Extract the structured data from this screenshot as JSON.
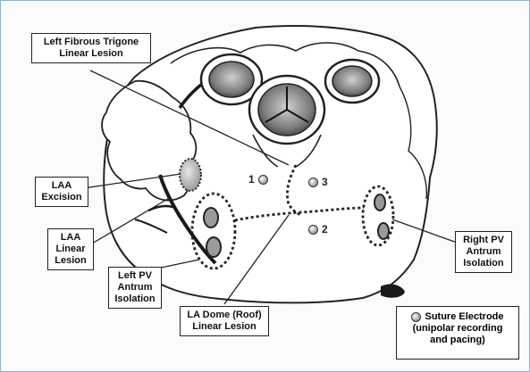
{
  "labels": {
    "fibrous_trigone": [
      "Left Fibrous Trigone",
      "Linear Lesion"
    ],
    "laa_excision": [
      "LAA",
      "Excision"
    ],
    "laa_linear": [
      "LAA",
      "Linear",
      "Lesion"
    ],
    "left_pv": [
      "Left PV",
      "Antrum",
      "Isolation"
    ],
    "la_dome": [
      "LA Dome (Roof)",
      "Linear Lesion"
    ],
    "right_pv": [
      "Right PV",
      "Antrum",
      "Isolation"
    ]
  },
  "electrodes": [
    "1",
    "2",
    "3"
  ],
  "legend": {
    "title": "Suture Electrode",
    "line2": "(unipolar recording",
    "line3": "and pacing)"
  },
  "colors": {
    "frame_border": "#7fb6e0",
    "outline": "#222222",
    "heart_fill": "#ffffff",
    "valve_fill": "#8a8a8a"
  }
}
